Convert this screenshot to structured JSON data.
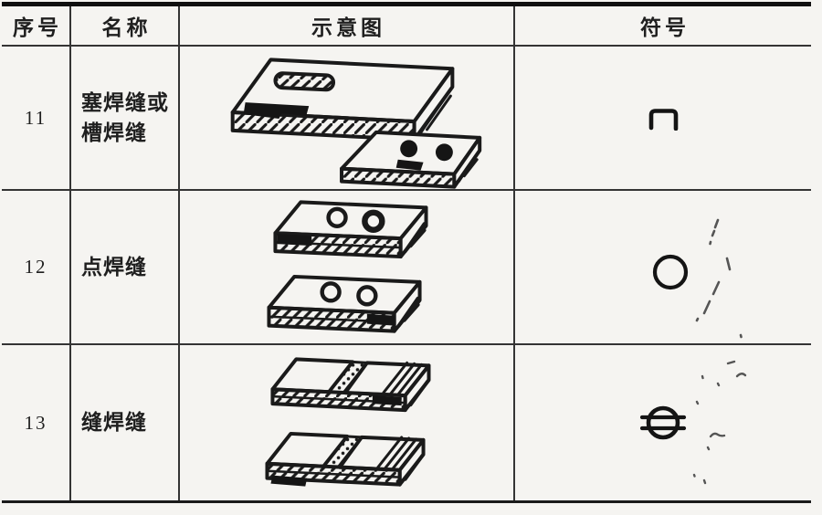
{
  "table": {
    "columns": [
      {
        "id": "index",
        "label": "序号"
      },
      {
        "id": "name",
        "label": "名称"
      },
      {
        "id": "diagram",
        "label": "示意图"
      },
      {
        "id": "symbol",
        "label": "符号"
      }
    ],
    "rows": [
      {
        "index": "11",
        "name_lines": [
          "塞焊缝或",
          "槽焊缝"
        ],
        "diagram_icon": "plug-and-slot-weld-plates",
        "symbol_icon": "plug-weld-open-rectangle"
      },
      {
        "index": "12",
        "name_lines": [
          "点焊缝"
        ],
        "diagram_icon": "spot-weld-stacked-plates",
        "symbol_icon": "spot-weld-circle"
      },
      {
        "index": "13",
        "name_lines": [
          "缝焊缝"
        ],
        "diagram_icon": "seam-weld-lap-plates",
        "symbol_icon": "seam-weld-circle-with-lines"
      }
    ]
  },
  "colors": {
    "paper": "#f5f4f1",
    "ink": "#1a1a1a",
    "grid_line": "#343434"
  }
}
